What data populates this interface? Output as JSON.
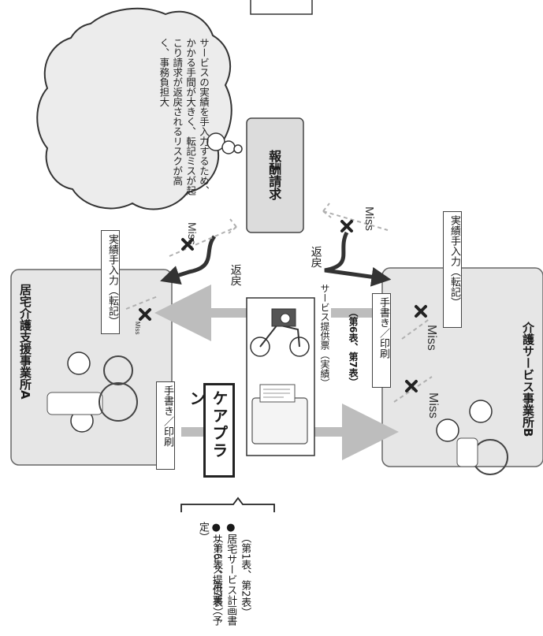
{
  "notes": {
    "cloud_text": "サービスの実績を手入力するため、かかる手間が大きく、転記ミスが起こり請求が返戻されるリスクが高く、事務負担大"
  },
  "billing_box": {
    "label": "報酬請求"
  },
  "office_a": {
    "title": "居宅介護支援事業所A",
    "manual_entry_label": "実績手入力（転記）",
    "handwrite_label": "手書き／印刷"
  },
  "office_b": {
    "title": "介護サービス事業所B",
    "manual_entry_label": "実績手入力（転記）",
    "handwrite_label": "手書き／印刷"
  },
  "flows": {
    "return_label_a": "返戻",
    "return_label_b": "返戻",
    "careplan_label": "ケアプラン",
    "service_record_line1": "サービス提供票（実績）",
    "service_record_line2": "（第6表、第7表）"
  },
  "miss_labels": [
    "Miss",
    "Miss",
    "Miss",
    "Miss",
    "Miss"
  ],
  "documents": {
    "item1_line1": "●サービス提供票（予定）",
    "item1_line2": "（第6表、第7表）",
    "item2_line1": "●居宅サービス計画書",
    "item2_line2": "（第1表、第2表）"
  },
  "colors": {
    "office_fill": "#e6e6e6",
    "arrow_gray": "#bdbdbd",
    "return_arrow": "#333333",
    "dashed": "#b0b0b0"
  }
}
